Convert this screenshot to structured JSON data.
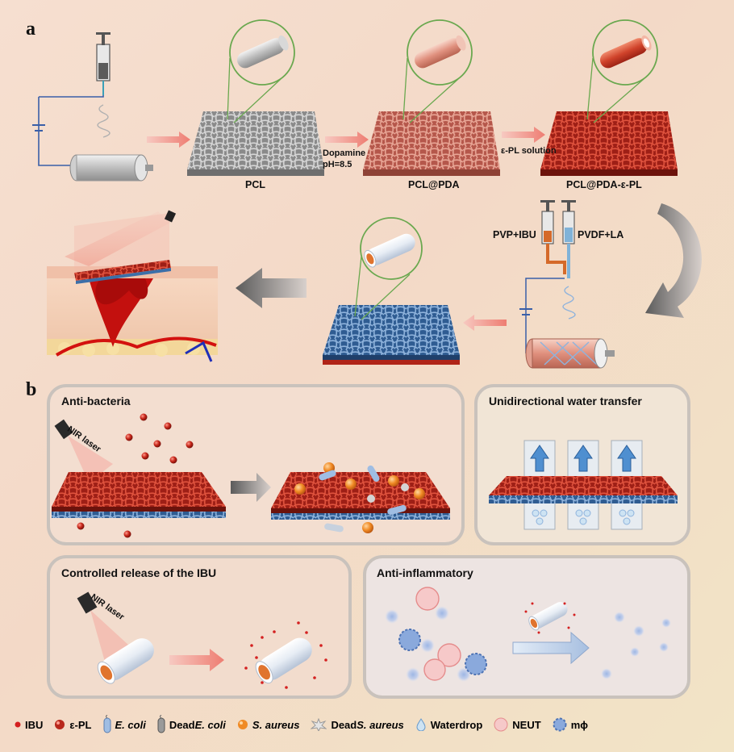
{
  "panel_a": {
    "letter": "a",
    "labels": {
      "pcl": "PCL",
      "dopamine": "Dopamine",
      "ph": "pH=8.5",
      "pcl_pda": "PCL@PDA",
      "epl_solution": "ε-PL solution",
      "pcl_pda_epl": "PCL@PDA-ε-PL",
      "pvp_ibu": "PVP+IBU",
      "pvdf_la": "PVDF+LA"
    }
  },
  "panel_b": {
    "letter": "b",
    "boxes": {
      "anti_bacteria": {
        "title": "Anti-bacteria",
        "laser": "NIR laser"
      },
      "water_transfer": {
        "title": "Unidirectional water transfer"
      },
      "controlled_release": {
        "title": "Controlled release of the IBU",
        "laser": "NIR laser"
      },
      "anti_inflammatory": {
        "title": "Anti-inflammatory"
      }
    }
  },
  "legend": [
    {
      "icon": "ibu-dot-icon",
      "text": "IBU",
      "italic": false
    },
    {
      "icon": "epl-sphere-icon",
      "text": "ε-PL",
      "italic": false
    },
    {
      "icon": "e-coli-icon",
      "text": "E. coli",
      "italic": true
    },
    {
      "icon": "dead-e-coli-icon",
      "prefix": "Dead ",
      "text": "E. coli",
      "italic": true
    },
    {
      "icon": "s-aureus-icon",
      "text": "S. aureus",
      "italic": true
    },
    {
      "icon": "dead-s-aureus-icon",
      "prefix": "Dead ",
      "text": "S. aureus",
      "italic": true
    },
    {
      "icon": "waterdrop-icon",
      "text": "Waterdrop",
      "italic": false
    },
    {
      "icon": "neut-icon",
      "text": "NEUT",
      "italic": false
    },
    {
      "icon": "macrophage-icon",
      "text": "mϕ",
      "italic": false
    }
  ],
  "colors": {
    "pcl_gray": "#8c8c8c",
    "pda_pink": "#c86e5e",
    "epl_red": "#b8281c",
    "pvdf_blue": "#3c6fa8",
    "ibu_red": "#d42020",
    "orange": "#f08a24",
    "arrow_pink": "#f3a39a",
    "circle_green": "#6aa84f"
  }
}
